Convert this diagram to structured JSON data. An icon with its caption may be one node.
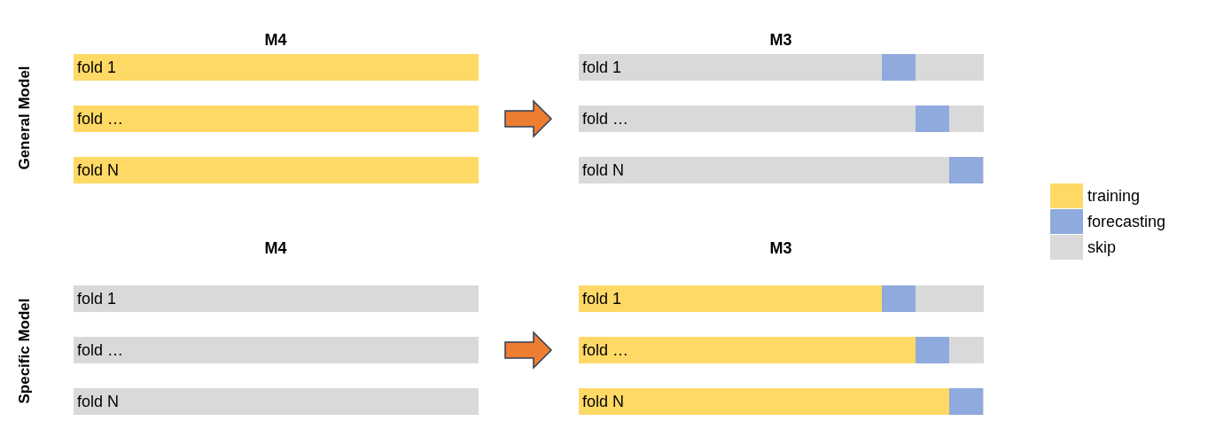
{
  "diagram": {
    "nodes": [
      {
        "text": [
          "fold 1"
        ]
      },
      {
        "text": [
          "fold …"
        ]
      },
      {
        "text": [
          "fold N"
        ]
      },
      {
        "text": [
          "fold 1"
        ]
      },
      {
        "text": [
          "fold …"
        ]
      },
      {
        "text": [
          "fold N"
        ]
      },
      {
        "text": [
          "fold 1"
        ]
      },
      {
        "text": [
          "fold …"
        ]
      },
      {
        "text": [
          "fold N"
        ]
      },
      {
        "text": [
          "fold 1"
        ]
      },
      {
        "text": [
          "fold …"
        ]
      },
      {
        "text": [
          "fold N"
        ]
      }
    ],
    "edges": [
      {
        "from": 1,
        "to": 4,
        "arrow": "to"
      },
      {
        "from": 7,
        "to": 10,
        "arrow": "to"
      }
    ],
    "labels": [
      "M4",
      "M3",
      "General Model",
      "M4",
      "M3",
      "Specific Model"
    ],
    "legend": [
      {
        "text": "training",
        "color": "#ffd966"
      },
      {
        "text": "forecasting",
        "color": "#8faadc"
      },
      {
        "text": "skip",
        "color": "#d9d9d9"
      }
    ]
  }
}
